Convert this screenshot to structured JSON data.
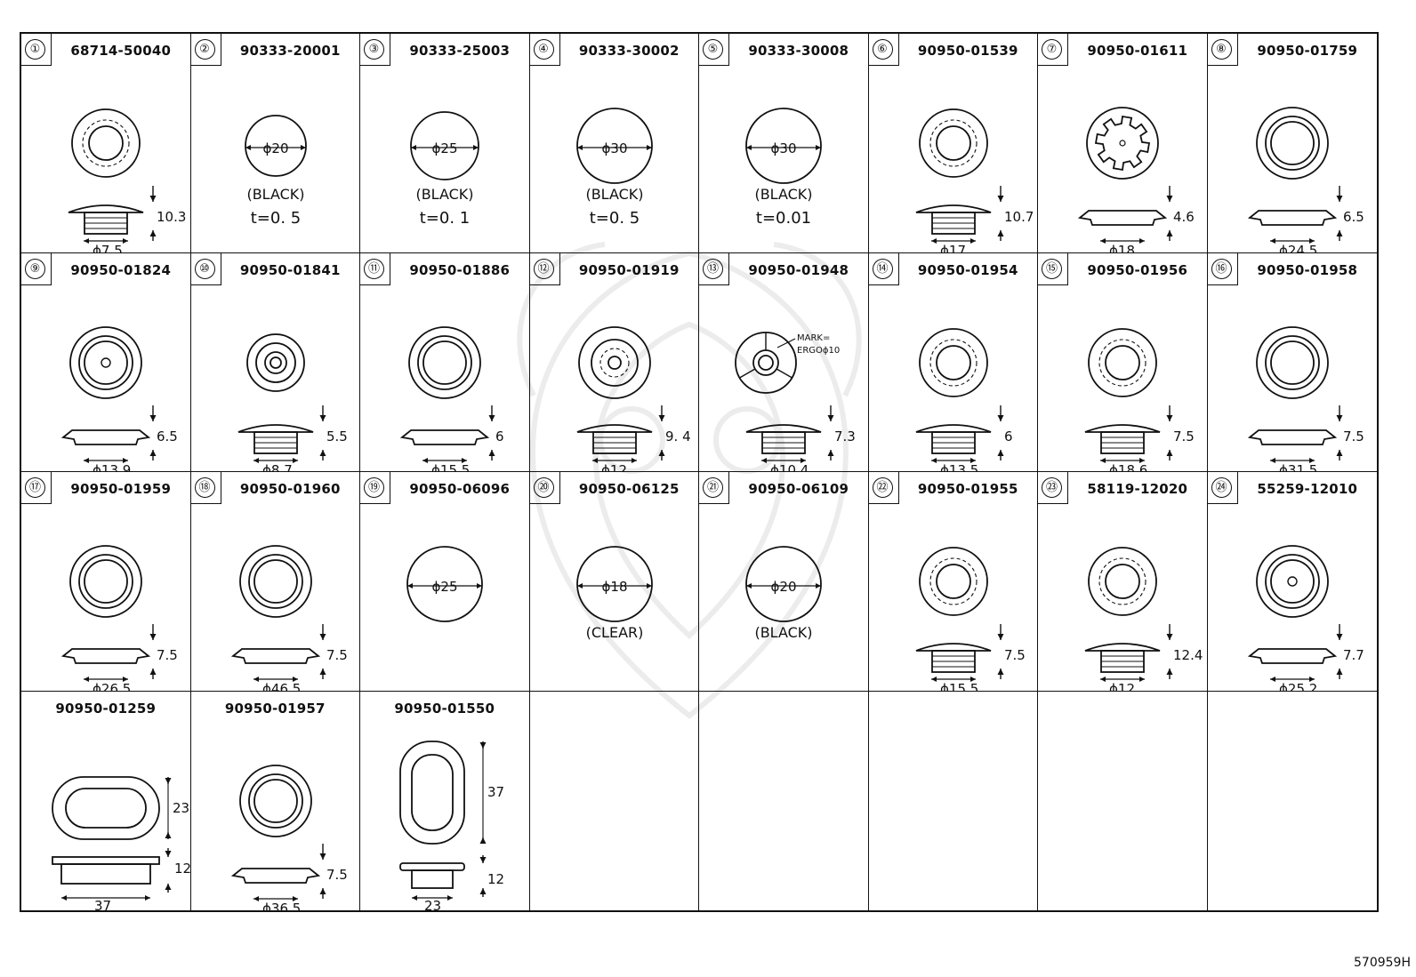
{
  "footer_code": "570959H",
  "parts": [
    {
      "num": "①",
      "partno": "68714-50040",
      "shape": "plug-cap",
      "dims": [
        "10.3",
        "ϕ7.5"
      ]
    },
    {
      "num": "②",
      "partno": "90333-20001",
      "shape": "disc",
      "dims": [
        "ϕ20"
      ],
      "notes": [
        "(BLACK)",
        "t=0. 5"
      ]
    },
    {
      "num": "③",
      "partno": "90333-25003",
      "shape": "disc",
      "dims": [
        "ϕ25"
      ],
      "notes": [
        "(BLACK)",
        "t=0. 1"
      ]
    },
    {
      "num": "④",
      "partno": "90333-30002",
      "shape": "disc",
      "dims": [
        "ϕ30"
      ],
      "notes": [
        "(BLACK)",
        "t=0. 5"
      ]
    },
    {
      "num": "⑤",
      "partno": "90333-30008",
      "shape": "disc",
      "dims": [
        "ϕ30"
      ],
      "notes": [
        "(BLACK)",
        "t=0.01"
      ]
    },
    {
      "num": "⑥",
      "partno": "90950-01539",
      "shape": "plug-cap",
      "dims": [
        "10.7",
        "ϕ17"
      ]
    },
    {
      "num": "⑦",
      "partno": "90950-01611",
      "shape": "gear-flat",
      "dims": [
        "4.6",
        "ϕ18"
      ]
    },
    {
      "num": "⑧",
      "partno": "90950-01759",
      "shape": "ring-flat",
      "dims": [
        "6.5",
        "ϕ24.5"
      ]
    },
    {
      "num": "⑨",
      "partno": "90950-01824",
      "shape": "ring-flat",
      "dims": [
        "6.5",
        "ϕ13.9"
      ]
    },
    {
      "num": "⑩",
      "partno": "90950-01841",
      "shape": "small-cap",
      "dims": [
        "5.5",
        "ϕ8.7"
      ]
    },
    {
      "num": "⑪",
      "partno": "90950-01886",
      "shape": "ring-flat",
      "dims": [
        "6",
        "ϕ15.5"
      ]
    },
    {
      "num": "⑫",
      "partno": "90950-01919",
      "shape": "tall-cup",
      "dims": [
        "9. 4",
        "ϕ12"
      ]
    },
    {
      "num": "⑬",
      "partno": "90950-01948",
      "shape": "marked-cap",
      "dims": [
        "7.3",
        "ϕ10.4"
      ],
      "notes": [
        "MARK=",
        "ERGOϕ10"
      ]
    },
    {
      "num": "⑭",
      "partno": "90950-01954",
      "shape": "plug-cap",
      "dims": [
        "6",
        "ϕ13.5"
      ]
    },
    {
      "num": "⑮",
      "partno": "90950-01956",
      "shape": "plug-cap",
      "dims": [
        "7.5",
        "ϕ18.6"
      ]
    },
    {
      "num": "⑯",
      "partno": "90950-01958",
      "shape": "ring-flat",
      "dims": [
        "7.5",
        "ϕ31.5"
      ]
    },
    {
      "num": "⑰",
      "partno": "90950-01959",
      "shape": "ring-flat",
      "dims": [
        "7.5",
        "ϕ26.5"
      ]
    },
    {
      "num": "⑱",
      "partno": "90950-01960",
      "shape": "ring-flat",
      "dims": [
        "7.5",
        "ϕ46.5"
      ]
    },
    {
      "num": "⑲",
      "partno": "90950-06096",
      "shape": "disc",
      "dims": [
        "ϕ25"
      ]
    },
    {
      "num": "⑳",
      "partno": "90950-06125",
      "shape": "disc",
      "dims": [
        "ϕ18"
      ],
      "notes": [
        "(CLEAR)"
      ]
    },
    {
      "num": "㉑",
      "partno": "90950-06109",
      "shape": "disc",
      "dims": [
        "ϕ20"
      ],
      "notes": [
        "(BLACK)"
      ]
    },
    {
      "num": "㉒",
      "partno": "90950-01955",
      "shape": "plug-cap",
      "dims": [
        "7.5",
        "ϕ15.5"
      ]
    },
    {
      "num": "㉓",
      "partno": "58119-12020",
      "shape": "plug-cap",
      "dims": [
        "12.4",
        "ϕ12"
      ]
    },
    {
      "num": "㉔",
      "partno": "55259-12010",
      "shape": "ring-flat",
      "dims": [
        "7.7",
        "ϕ25.2"
      ]
    },
    {
      "num": "",
      "partno": "90950-01259",
      "shape": "oval-h",
      "dims": [
        "23",
        "12",
        "37"
      ]
    },
    {
      "num": "",
      "partno": "90950-01957",
      "shape": "ring-flat",
      "dims": [
        "7.5",
        "ϕ36.5"
      ]
    },
    {
      "num": "",
      "partno": "90950-01550",
      "shape": "oval-v",
      "dims": [
        "37",
        "12",
        "23"
      ]
    },
    null,
    null,
    null,
    null,
    null
  ]
}
